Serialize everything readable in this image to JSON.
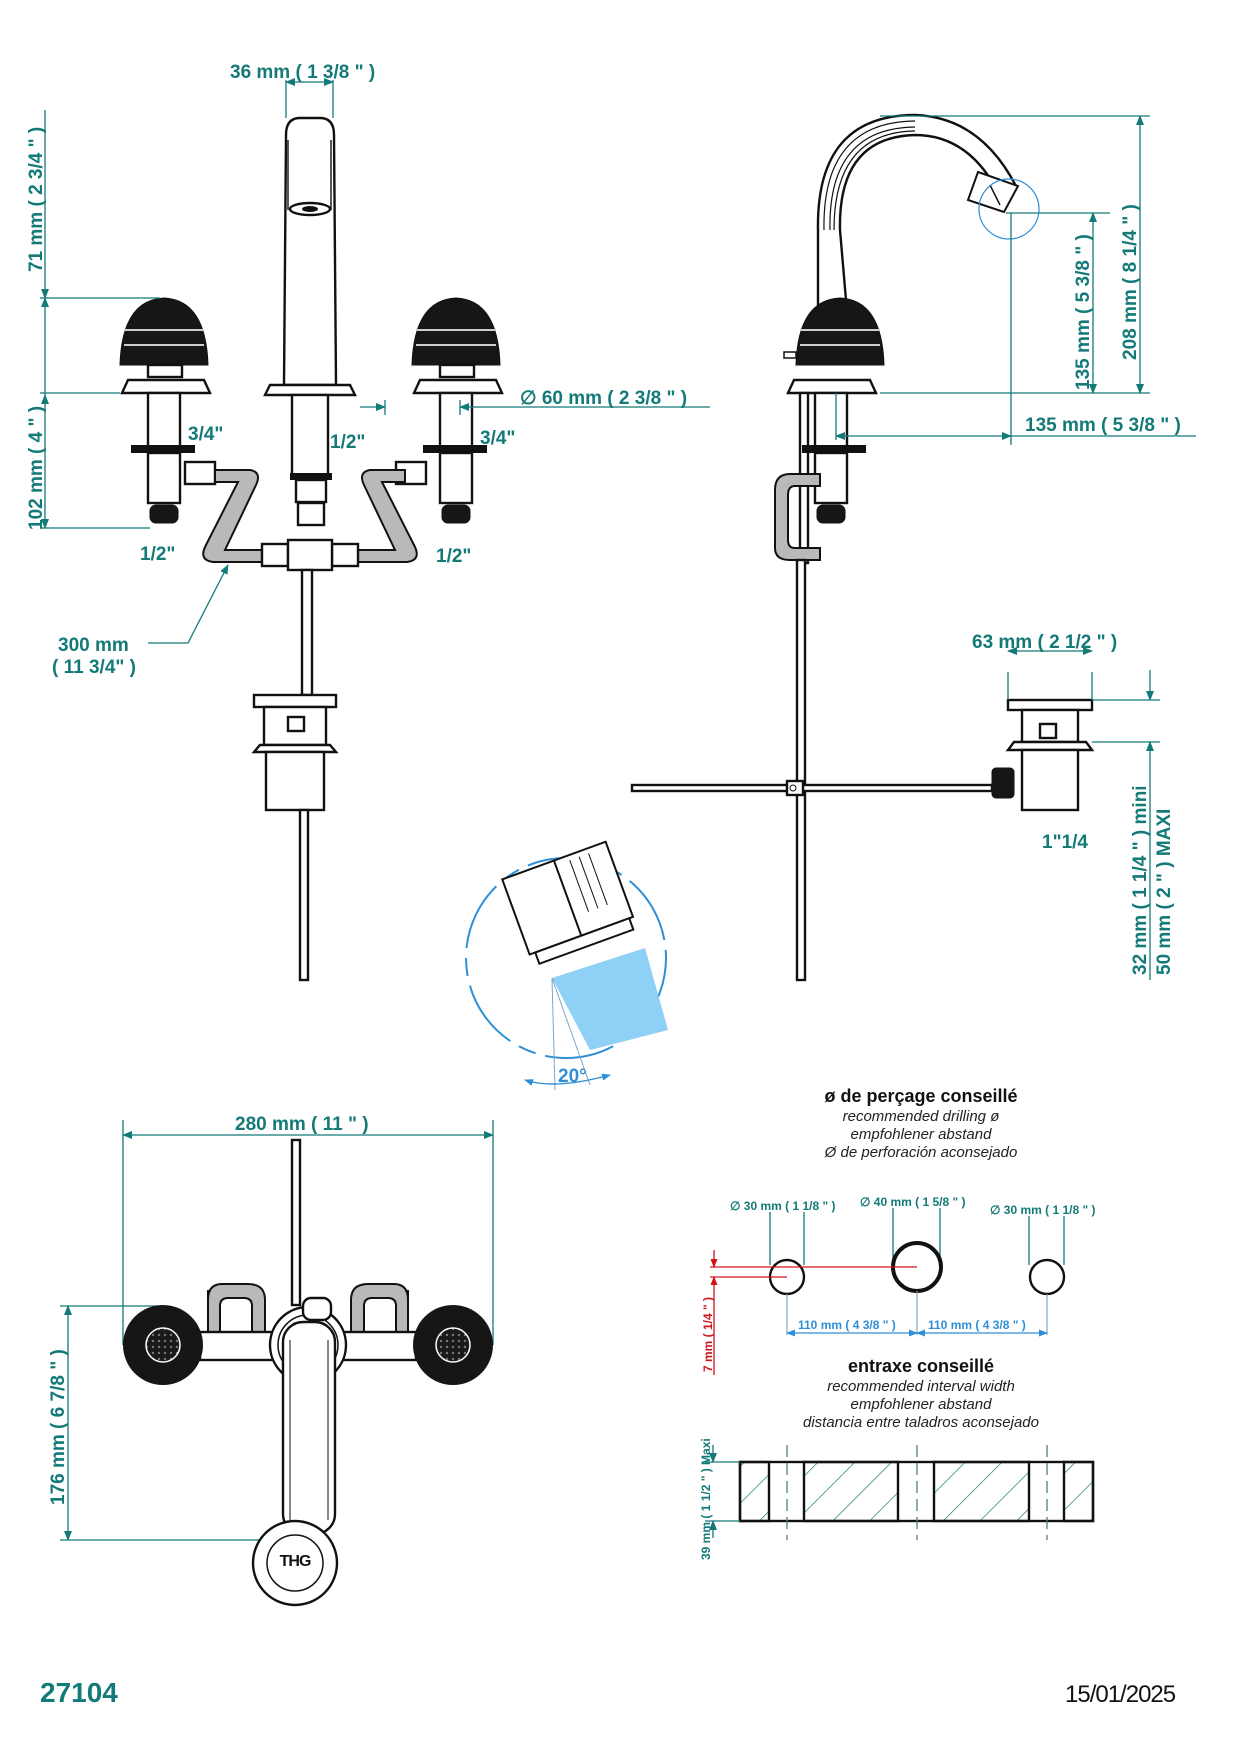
{
  "document": {
    "reference": "27104",
    "date": "15/01/2025",
    "accent_color": "#137a78",
    "brand_logo": "THG"
  },
  "front_view": {
    "spout_width": "36 mm ( 1 3/8 \" )",
    "handle_height": "71 mm ( 2 3/4 \" )",
    "body_height": "102 mm ( 4 \" )",
    "deck_hole": "∅ 60 mm ( 2 3/8 \" )",
    "thread_left_valve": "3/4\"",
    "thread_spout": "1/2\"",
    "thread_right_valve": "3/4\"",
    "outlet_left": "1/2\"",
    "outlet_right": "1/2\"",
    "hose_length_mm": "300 mm",
    "hose_length_in": "( 11 3/4\" )"
  },
  "side_view": {
    "total_height": "208 mm ( 8 1/4 \" )",
    "spout_clearance": "135 mm ( 5 3/8 \" )",
    "spout_reach": "135 mm ( 5 3/8 \" )"
  },
  "waste": {
    "flange_diameter": "63 mm ( 2 1/2 \" )",
    "thread": "1\"1/4",
    "thickness_min": "32 mm ( 1 1/4 \" ) mini",
    "thickness_max": "50 mm ( 2 \" ) MAXI"
  },
  "aerator_detail": {
    "spray_angle": "20°"
  },
  "top_view": {
    "overall_width": "280 mm ( 11 \" )",
    "overall_depth": "176 mm ( 6 7/8 \" )"
  },
  "drilling": {
    "title": "ø de perçage conseillé",
    "subtitles": [
      "recommended drilling ø",
      "empfohlener abstand",
      "Ø de perforación aconsejado"
    ],
    "holes": [
      {
        "label": "∅ 30 mm ( 1 1/8 \" )"
      },
      {
        "label": "∅ 40 mm ( 1 5/8 \" )"
      },
      {
        "label": "∅ 30 mm ( 1 1/8 \" )"
      }
    ],
    "spacings": [
      "110 mm ( 4 3/8 \" )",
      "110 mm ( 4 3/8 \" )"
    ],
    "offset": "7 mm ( 1/4 \" )"
  },
  "interval": {
    "title": "entraxe conseillé",
    "subtitles": [
      "recommended interval width",
      "empfohlener abstand",
      "distancia entre taladros aconsejado"
    ],
    "deck_thickness": "39 mm ( 1 1/2 \" ) Maxi"
  }
}
